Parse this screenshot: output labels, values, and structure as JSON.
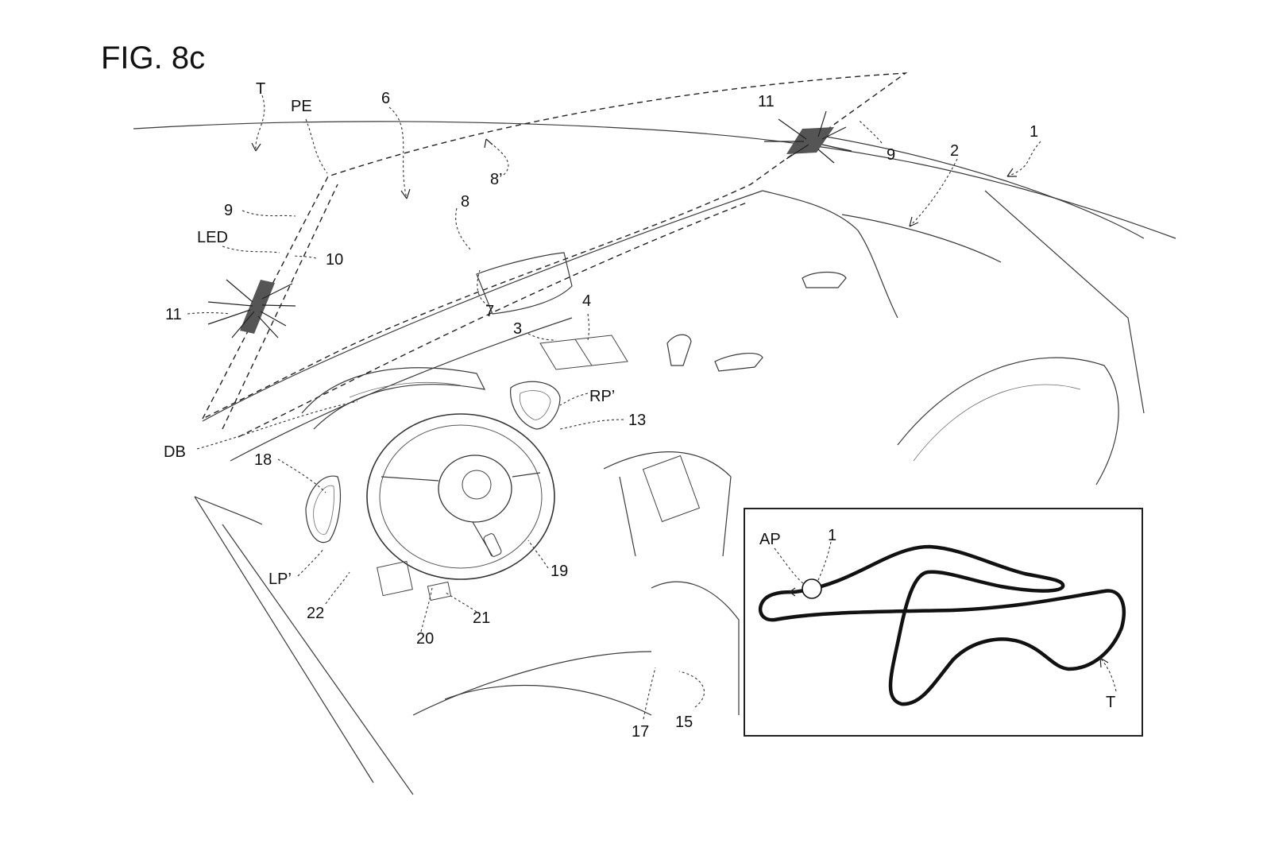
{
  "figure": {
    "title": "FIG. 8c"
  },
  "references": {
    "T": "T",
    "PE": "PE",
    "r6": "6",
    "r11_left": "11",
    "r11_right": "11",
    "r9_left": "9",
    "r9_right": "9",
    "r8": "8",
    "r8p": "8’",
    "LED": "LED",
    "r10": "10",
    "r7": "7",
    "r3": "3",
    "r4": "4",
    "r1": "1",
    "r2": "2",
    "RPp": "RP’",
    "r13": "13",
    "DB": "DB",
    "r18": "18",
    "LPp": "LP’",
    "r19": "19",
    "r22": "22",
    "r21": "21",
    "r20": "20",
    "r17": "17",
    "r15": "15"
  },
  "inset": {
    "AP": "AP",
    "r1": "1",
    "T": "T"
  }
}
